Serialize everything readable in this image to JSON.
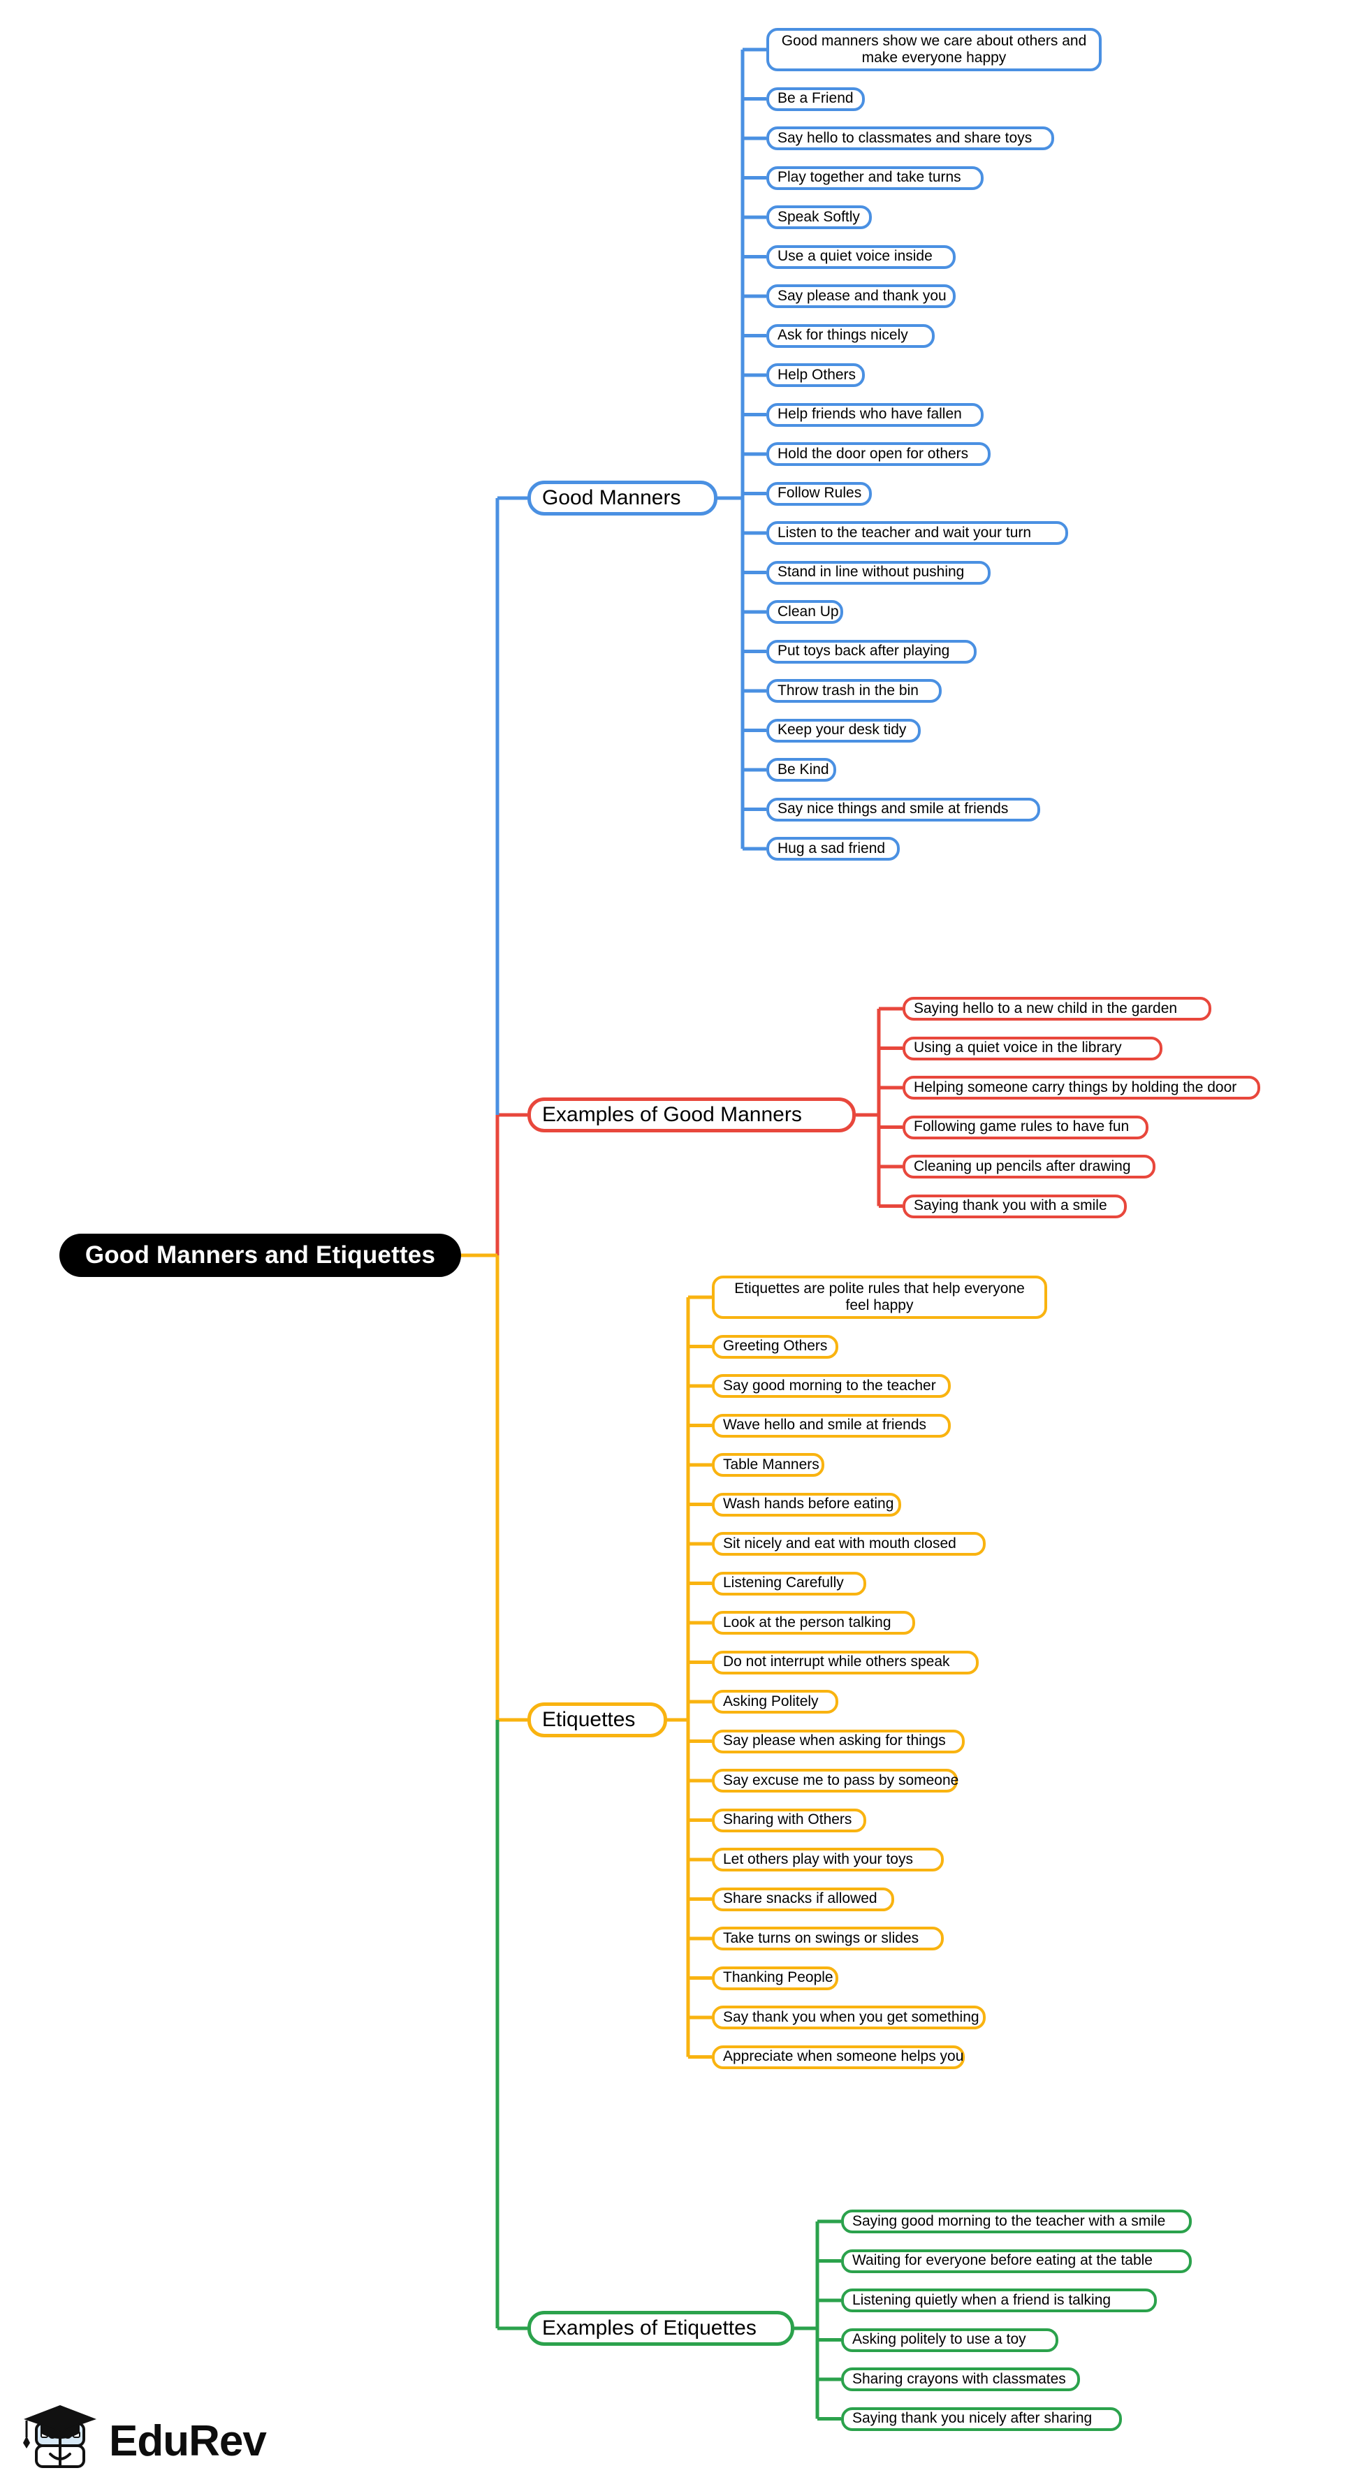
{
  "root": {
    "label": "Good Manners and Etiquettes",
    "background": "#000000",
    "text_color": "#ffffff"
  },
  "logo": {
    "text": "EduRev",
    "mark": "graduate-book-mascot"
  },
  "palette": {
    "blue": "#4a90e2",
    "red": "#e8473c",
    "orange": "#f9b310",
    "green": "#2ba24c",
    "node_fill": "#ffffff",
    "text": "#000000",
    "canvas": "#ffffff"
  },
  "branches": [
    {
      "id": "good-manners",
      "label": "Good Manners",
      "color": "#4a90e2",
      "items": [
        "Good manners show we care about others and make everyone happy",
        "Be a Friend",
        "Say hello to classmates and share toys",
        "Play together and take turns",
        "Speak Softly",
        "Use a quiet voice inside",
        "Say please and thank you",
        "Ask for things nicely",
        "Help Others",
        "Help friends who have fallen",
        "Hold the door open for others",
        "Follow Rules",
        "Listen to the teacher and wait your turn",
        "Stand in line without pushing",
        "Clean Up",
        "Put toys back after playing",
        "Throw trash in the bin",
        "Keep your desk tidy",
        "Be Kind",
        "Say nice things and smile at friends",
        "Hug a sad friend"
      ]
    },
    {
      "id": "examples-of-good-manners",
      "label": "Examples of Good Manners",
      "color": "#e8473c",
      "items": [
        "Saying hello to a new child in the garden",
        "Using a quiet voice in the library",
        "Helping someone carry things by holding the door",
        "Following game rules to have fun",
        "Cleaning up pencils after drawing",
        "Saying thank you with a smile"
      ]
    },
    {
      "id": "etiquettes",
      "label": "Etiquettes",
      "color": "#f9b310",
      "items": [
        "Etiquettes are polite rules that help everyone feel happy",
        "Greeting Others",
        "Say good morning to the teacher",
        "Wave hello and smile at friends",
        "Table Manners",
        "Wash hands before eating",
        "Sit nicely and eat with mouth closed",
        "Listening Carefully",
        "Look at the person talking",
        "Do not interrupt while others speak",
        "Asking Politely",
        "Say please when asking for things",
        "Say excuse me to pass by someone",
        "Sharing with Others",
        "Let others play with your toys",
        "Share snacks if allowed",
        "Take turns on swings or slides",
        "Thanking People",
        "Say thank you when you get something",
        "Appreciate when someone helps you"
      ]
    },
    {
      "id": "examples-of-etiquettes",
      "label": "Examples of Etiquettes",
      "color": "#2ba24c",
      "items": [
        "Saying good morning to the teacher with a smile",
        "Waiting for everyone before eating at the table",
        "Listening quietly when a friend is talking",
        "Asking politely to use a toy",
        "Sharing crayons with classmates",
        "Saying thank you nicely after sharing"
      ]
    }
  ]
}
